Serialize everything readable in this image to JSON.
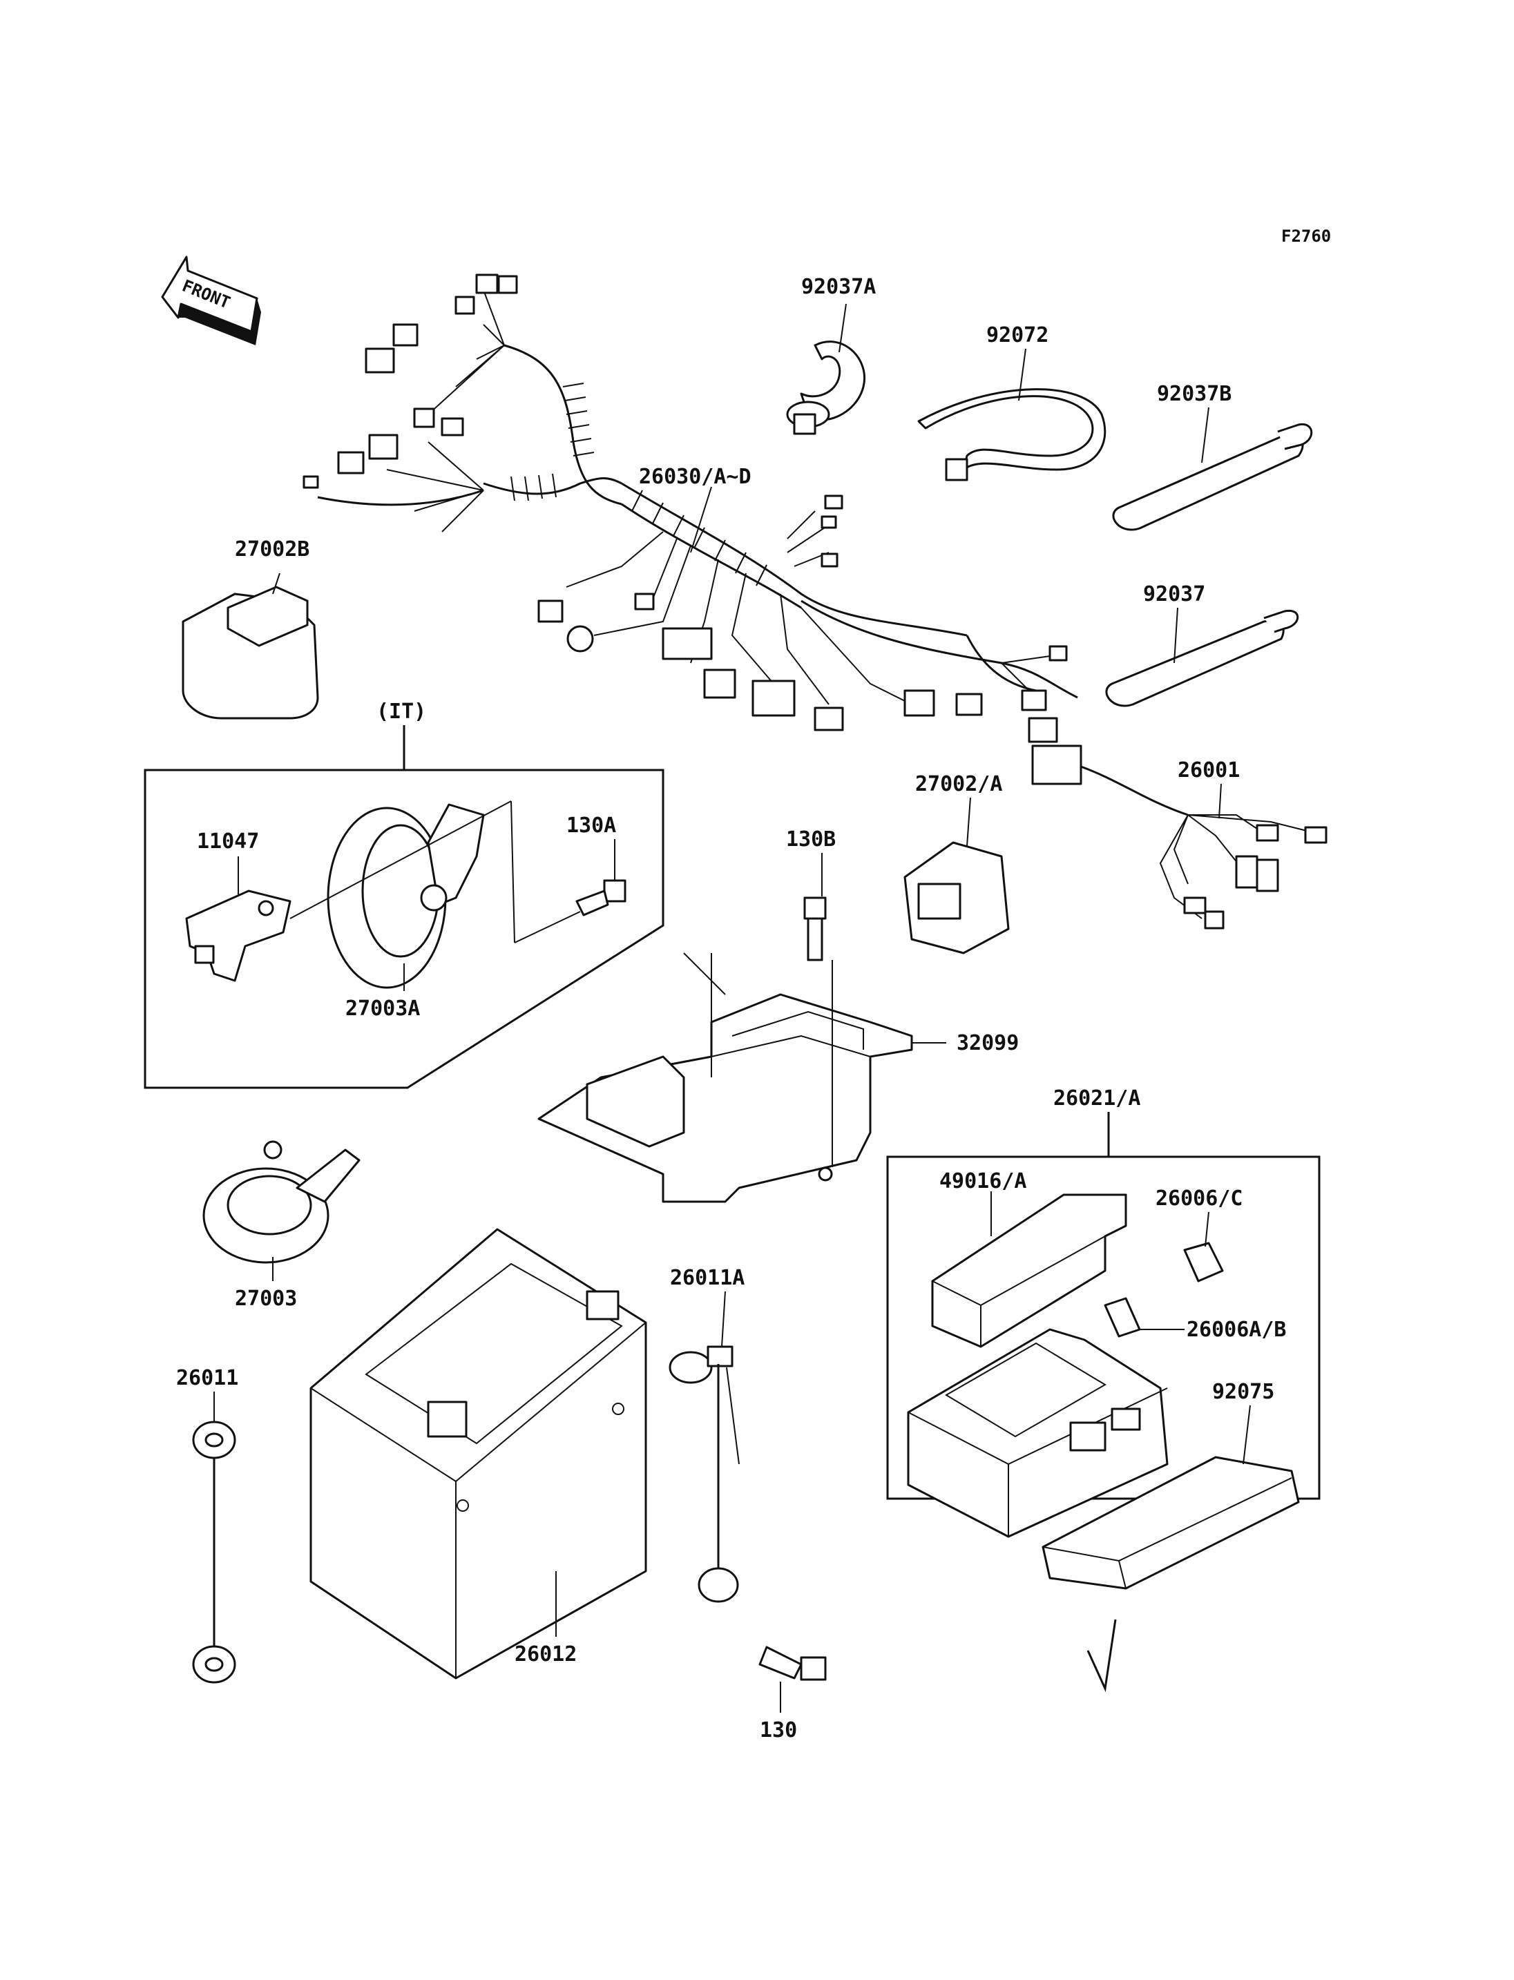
{
  "figure_code": "F2760",
  "front_label": "FRONT",
  "italy_label": "(IT)",
  "parts": {
    "p92037A": "92037A",
    "p92072": "92072",
    "p92037B": "92037B",
    "p92037": "92037",
    "p26030": "26030/A~D",
    "p27002B": "27002B",
    "p26001": "26001",
    "p27002A": "27002/A",
    "p130B": "130B",
    "p11047": "11047",
    "p130A": "130A",
    "p27003A": "27003A",
    "p32099": "32099",
    "p26021": "26021/A",
    "p49016": "49016/A",
    "p26006C": "26006/C",
    "p26006AB": "26006A/B",
    "p92075": "92075",
    "p27003": "27003",
    "p26011A": "26011A",
    "p26011": "26011",
    "p26012": "26012",
    "p130": "130"
  }
}
